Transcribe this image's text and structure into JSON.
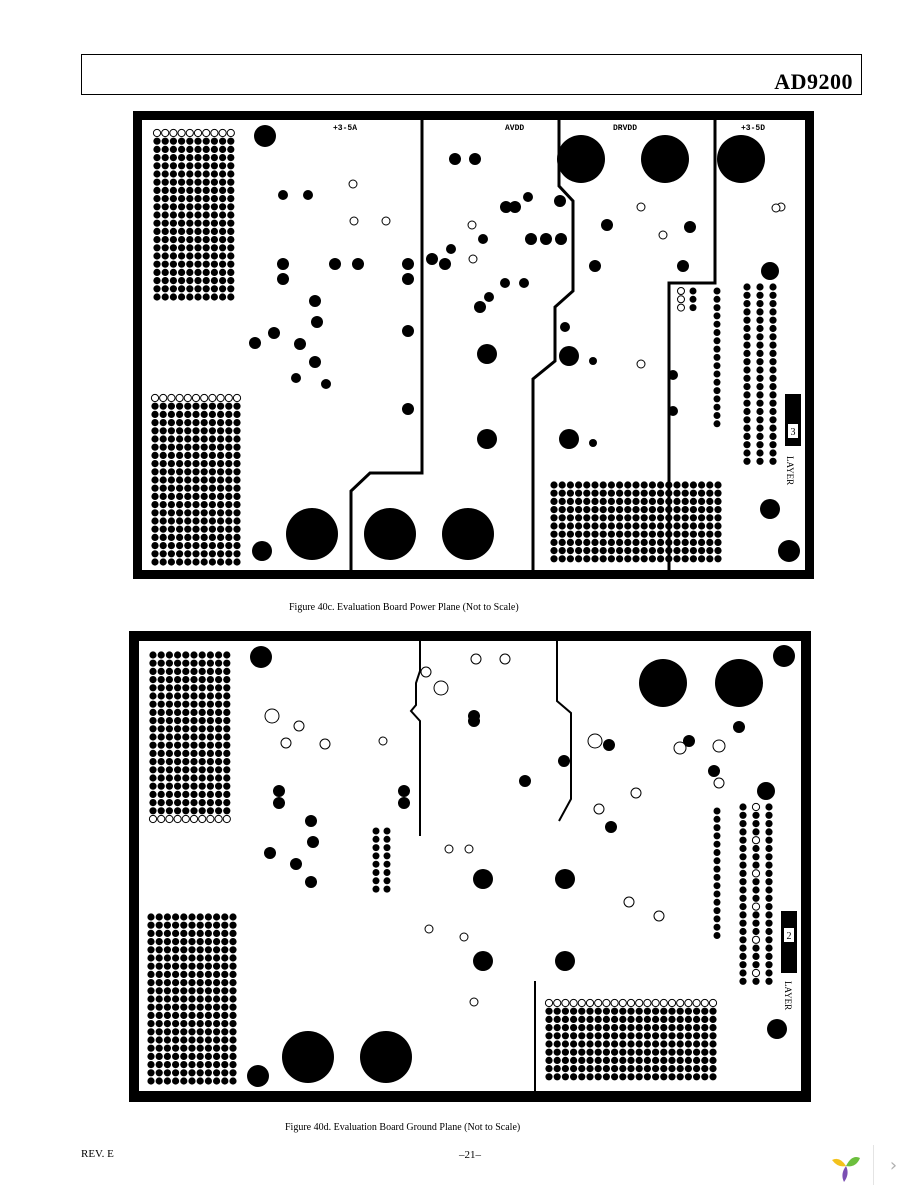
{
  "header": {
    "part_number": "AD9200"
  },
  "figures": [
    {
      "id": "40c",
      "caption": "Figure 40c. Evaluation Board Power Plane (Not to Scale)",
      "net_labels": [
        "+3-5A",
        "AVDD",
        "DRVDD",
        "+3-5D"
      ],
      "layer_number": "3",
      "layer_text": "LAYER"
    },
    {
      "id": "40d",
      "caption": "Figure 40d. Evaluation Board Ground Plane (Not to Scale)",
      "net_labels": [],
      "layer_number": "2",
      "layer_text": "LAYER"
    }
  ],
  "footer": {
    "revision": "REV. E",
    "page": "–21–"
  },
  "icons": {
    "logo": "viewer-logo-icon",
    "next": "chevron-right-icon"
  },
  "colors": {
    "copper": "#000000",
    "board": "#ffffff",
    "logo_yellow": "#f3c21c",
    "logo_green": "#6cbf3d",
    "logo_purple": "#7b4fb3"
  }
}
